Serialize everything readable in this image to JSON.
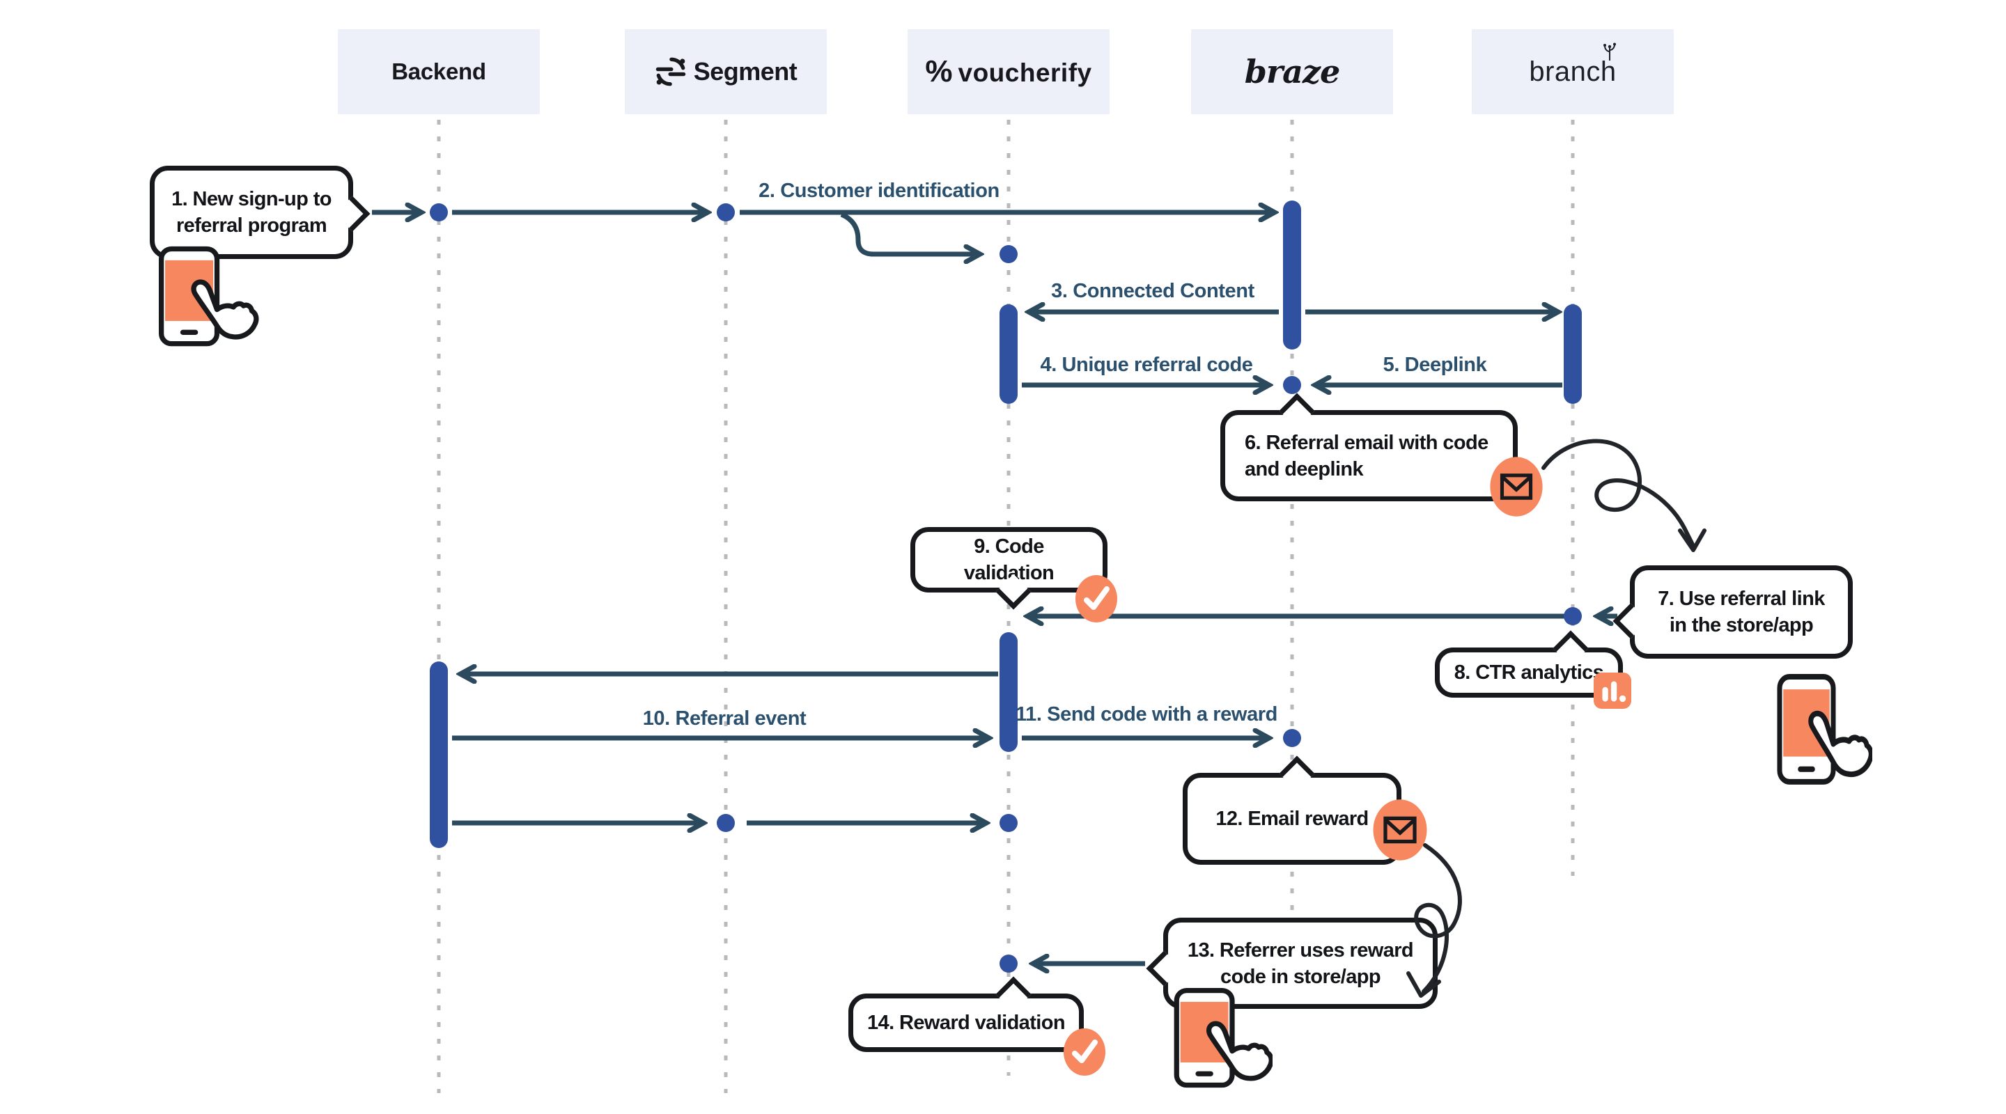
{
  "colors": {
    "blue": "#30519f",
    "orange": "#f6875f",
    "line": "#2c4a5e",
    "label": "#2b506e",
    "bubble-border": "#17191d",
    "bubble-text": "#121418",
    "header-bg": "#edf0f8",
    "header-text": "#16181d",
    "lifeline": "#b7b9bd",
    "bg": "#ffffff"
  },
  "actors": [
    {
      "name": "Backend"
    },
    {
      "name": "Segment"
    },
    {
      "prefix": "%",
      "name": "voucherify"
    },
    {
      "name": "braze"
    },
    {
      "name": "branch"
    }
  ],
  "messages": {
    "m2": "2. Customer identification",
    "m3": "3. Connected Content",
    "m4": "4. Unique referral code",
    "m5": "5. Deeplink",
    "m10": "10. Referral event",
    "m11": "11. Send code with a reward"
  },
  "callouts": {
    "c1": [
      "1. New sign-up to",
      "referral program"
    ],
    "c6": [
      "6. Referral email with code",
      "and deeplink"
    ],
    "c7": [
      "7. Use referral link",
      "in the store/app"
    ],
    "c8": "8. CTR analytics",
    "c9": "9. Code validation",
    "c12": "12. Email reward",
    "c13": [
      "13. Referrer uses reward",
      "code in store/app"
    ],
    "c14": "14. Reward validation"
  },
  "icons": {
    "phone-tap": "smartphone-with-tapping-hand",
    "mail": "envelope-in-orange-circle",
    "check": "checkmark-in-orange-circle",
    "bar-chart": "bar-chart-in-orange-square",
    "segment-mark": "segment-logo-mark",
    "branch-sprig": "sprout-on-branch-logo"
  }
}
